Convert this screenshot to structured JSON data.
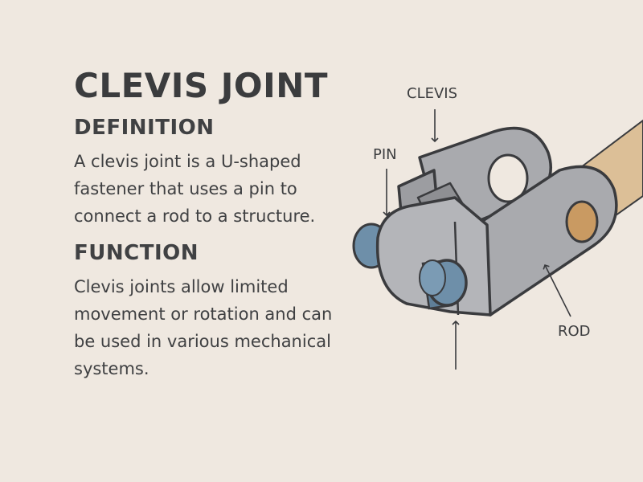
{
  "title": "CLEVIS JOINT",
  "definition": {
    "heading": "DEFINITION",
    "body": "A clevis joint is a U-shaped fastener that uses a pin to connect a rod to a structure."
  },
  "function": {
    "heading": "FUNCTION",
    "body": "Clevis joints allow limited movement or rotation and can be used in various mechanical systems."
  },
  "diagram": {
    "labels": {
      "clevis": "CLEVIS",
      "pin": "PIN",
      "rod": "ROD"
    },
    "colors": {
      "metal": "#a9aaae",
      "metal_dark": "#8e8f93",
      "outline": "#3a3b3e",
      "pin": "#6e8fa9",
      "rod": "#dcbf97",
      "hole": "#c99a62"
    }
  }
}
